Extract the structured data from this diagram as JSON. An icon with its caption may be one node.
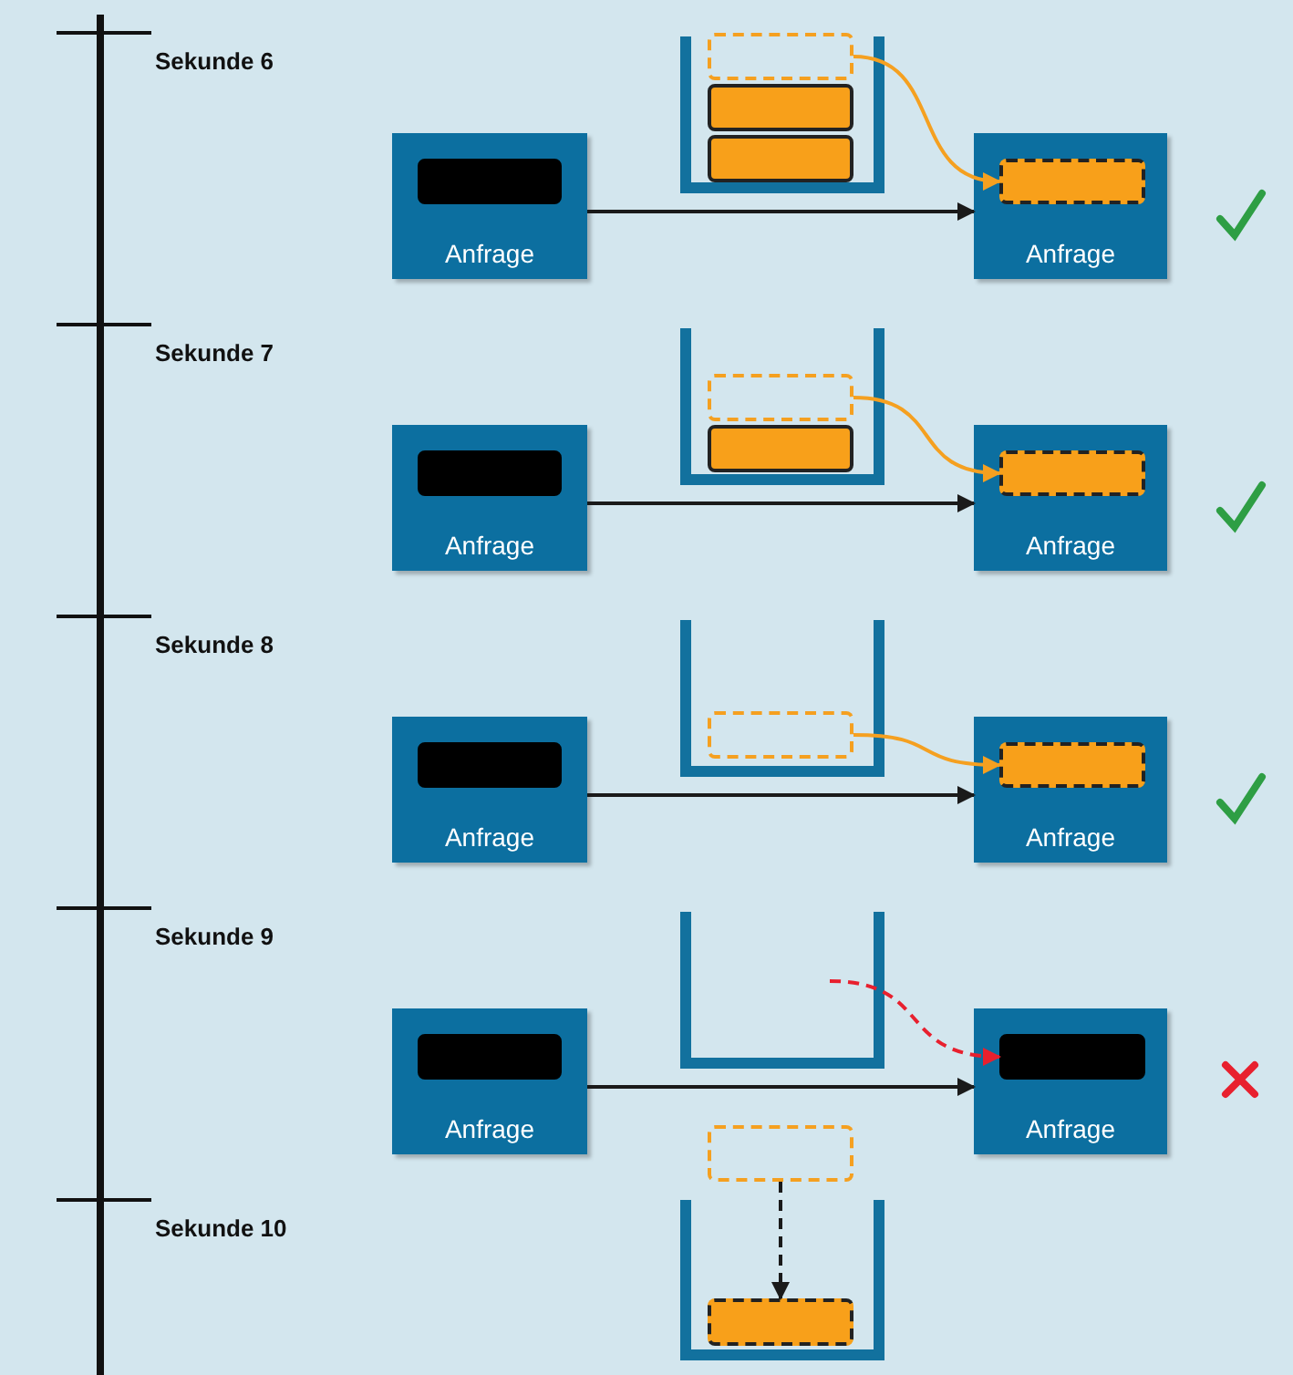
{
  "diagram": {
    "nodes": [
      {
        "text": [],
        "shape": "bucket"
      },
      {
        "text": [],
        "shape": "box",
        "in": 0
      },
      {
        "text": [],
        "shape": "box",
        "in": 0
      },
      {
        "text": [],
        "shape": "box",
        "in": 0
      },
      {
        "text": [
          "Anfrage"
        ]
      },
      {
        "text": [],
        "shape": "bar",
        "in": 4
      },
      {
        "text": [
          "Anfrage"
        ]
      },
      {
        "text": [],
        "shape": "box",
        "in": 6
      },
      {
        "text": [],
        "shape": "bucket"
      },
      {
        "text": [],
        "shape": "box",
        "in": 8
      },
      {
        "text": [],
        "shape": "box",
        "in": 8
      },
      {
        "text": [
          "Anfrage"
        ]
      },
      {
        "text": [],
        "shape": "bar",
        "in": 11
      },
      {
        "text": [
          "Anfrage"
        ]
      },
      {
        "text": [],
        "shape": "box",
        "in": 13
      },
      {
        "text": [],
        "shape": "bucket"
      },
      {
        "text": [],
        "shape": "box",
        "in": 15
      },
      {
        "text": [
          "Anfrage"
        ]
      },
      {
        "text": [],
        "shape": "bar",
        "in": 17
      },
      {
        "text": [
          "Anfrage"
        ]
      },
      {
        "text": [],
        "shape": "box",
        "in": 19
      },
      {
        "text": [],
        "shape": "bucket"
      },
      {
        "text": [
          "Anfrage"
        ]
      },
      {
        "text": [],
        "shape": "bar",
        "in": 22
      },
      {
        "text": [
          "Anfrage"
        ]
      },
      {
        "text": [],
        "shape": "bar",
        "in": 24
      },
      {
        "text": [],
        "shape": "box"
      },
      {
        "text": [],
        "shape": "bucket"
      },
      {
        "text": [],
        "shape": "box",
        "in": 27
      }
    ],
    "edges": [
      {
        "from": 4,
        "to": 6,
        "arrow": "to"
      },
      {
        "from": 1,
        "to": 7,
        "arrow": "to",
        "color": "#f5a020"
      },
      {
        "from": 11,
        "to": 13,
        "arrow": "to"
      },
      {
        "from": 9,
        "to": 14,
        "arrow": "to",
        "color": "#f5a020"
      },
      {
        "from": 17,
        "to": 19,
        "arrow": "to"
      },
      {
        "from": 16,
        "to": 20,
        "arrow": "to",
        "color": "#f5a020"
      },
      {
        "from": 22,
        "to": 24,
        "arrow": "to"
      },
      {
        "from": 21,
        "to": 25,
        "arrow": "to",
        "style": "dashed",
        "color": "#e8202e"
      },
      {
        "from": 26,
        "to": 28,
        "arrow": "to",
        "style": "dashed"
      }
    ],
    "labels": [
      "Sekunde 6",
      "Sekunde 7",
      "Sekunde 8",
      "Sekunde 9",
      "Sekunde 10"
    ]
  }
}
